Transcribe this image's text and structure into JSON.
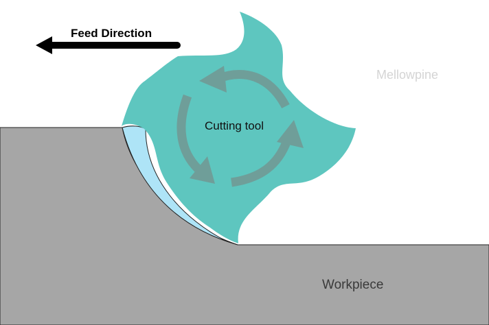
{
  "labels": {
    "feed_direction": "Feed Direction",
    "cutting_tool": "Cutting tool",
    "workpiece": "Workpiece",
    "watermark": "Mellowpine"
  },
  "colors": {
    "background": "#ffffff",
    "workpiece": "#a6a6a6",
    "tool": "#5ec6bf",
    "chip": "#aee4f7",
    "rotation_arrows": "#6f9e99",
    "feed_arrow": "#000000",
    "outline": "#222222"
  }
}
